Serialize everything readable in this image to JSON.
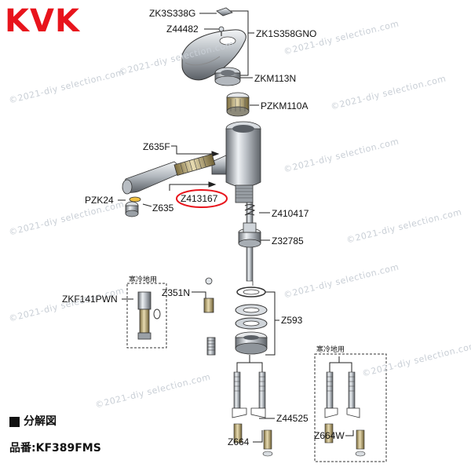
{
  "brand": "KVK",
  "watermark": "©2021-diy selection.com",
  "cold_region_label": "寒冷地用",
  "parts": {
    "zk3s338g": "ZK3S338G",
    "z44482": "Z44482",
    "zk1s358gno": "ZK1S358GNO",
    "zkm113n": "ZKM113N",
    "pzkm110a": "PZKM110A",
    "z635f": "Z635F",
    "pzk24": "PZK24",
    "z635": "Z635",
    "z413167": "Z413167",
    "z410417": "Z410417",
    "z32785": "Z32785",
    "zkf141pwn": "ZKF141PWN",
    "z351n": "Z351N",
    "z593": "Z593",
    "z44525": "Z44525",
    "z664": "Z664",
    "z664w": "Z664W"
  },
  "footer": {
    "diagram_label": "分解図",
    "model_label": "品番:KF389FMS"
  },
  "colors": {
    "brand": "#e8141c",
    "highlight_circle": "#e8141c",
    "line": "#222222",
    "watermark": "#c9cfd6"
  }
}
